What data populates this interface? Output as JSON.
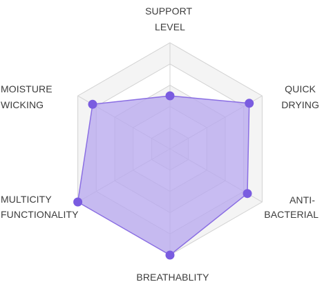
{
  "chart_data": {
    "type": "radar",
    "scale": {
      "min": 0,
      "max": 5,
      "rings": 5
    },
    "axes": [
      {
        "key": "support",
        "label_lines": [
          "SUPPORT",
          "LEVEL"
        ],
        "value": 2.5
      },
      {
        "key": "quick_drying",
        "label_lines": [
          "QUICK",
          "DRYING"
        ],
        "value": 4.3
      },
      {
        "key": "anti_bacterial",
        "label_lines": [
          "ANTI-",
          "BACTERIAL"
        ],
        "value": 4.2
      },
      {
        "key": "breathability",
        "label_lines": [
          "BREATHABLITY"
        ],
        "value": 5
      },
      {
        "key": "multicity",
        "label_lines": [
          "MULTICITY",
          "FUNCTIONALITY"
        ],
        "value": 5
      },
      {
        "key": "moisture_wicking",
        "label_lines": [
          "MOISTURE",
          "WICKING"
        ],
        "value": 4.2
      }
    ],
    "grid": true,
    "legend": "none",
    "colors": {
      "fill": "#b8a9ee",
      "stroke": "#8a6ee3",
      "point": "#7a5ce0",
      "grid_line": "#d2d2d2",
      "grid_fill_outer": "#f4f4f4",
      "grid_fill_inner": "#ffffff"
    }
  }
}
